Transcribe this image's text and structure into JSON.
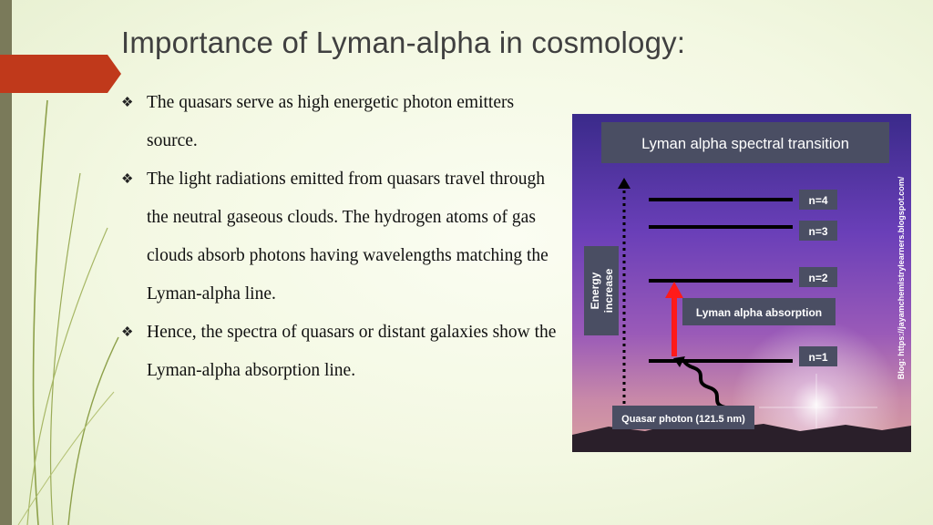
{
  "slide": {
    "title": "Importance of Lyman-alpha in cosmology:",
    "bullet_icon": "diamond-bullet-icon",
    "bullets": [
      {
        "text": "The quasars serve as high energetic photon emitters source."
      },
      {
        "text": "The light radiations emitted from quasars travel through the neutral gaseous clouds. The hydrogen atoms of gas clouds absorb photons having wavelengths matching the Lyman-alpha line."
      },
      {
        "text": "Hence, the spectra of quasars or distant galaxies show the Lyman-alpha absorption line."
      }
    ],
    "accent_color": "#c0391b"
  },
  "diagram": {
    "title": "Lyman alpha spectral transition",
    "levels": [
      "n=4",
      "n=3",
      "n=2",
      "n=1"
    ],
    "energy_label_line1": "Energy",
    "energy_label_line2": "increase",
    "absorption_label": "Lyman alpha absorption",
    "photon_label": "Quasar photon  (121.5 nm)",
    "blog_credit": "Blog: https://jayamchemistrylearners.blogspot.com/",
    "arrow_color": "#ff1a1a"
  }
}
